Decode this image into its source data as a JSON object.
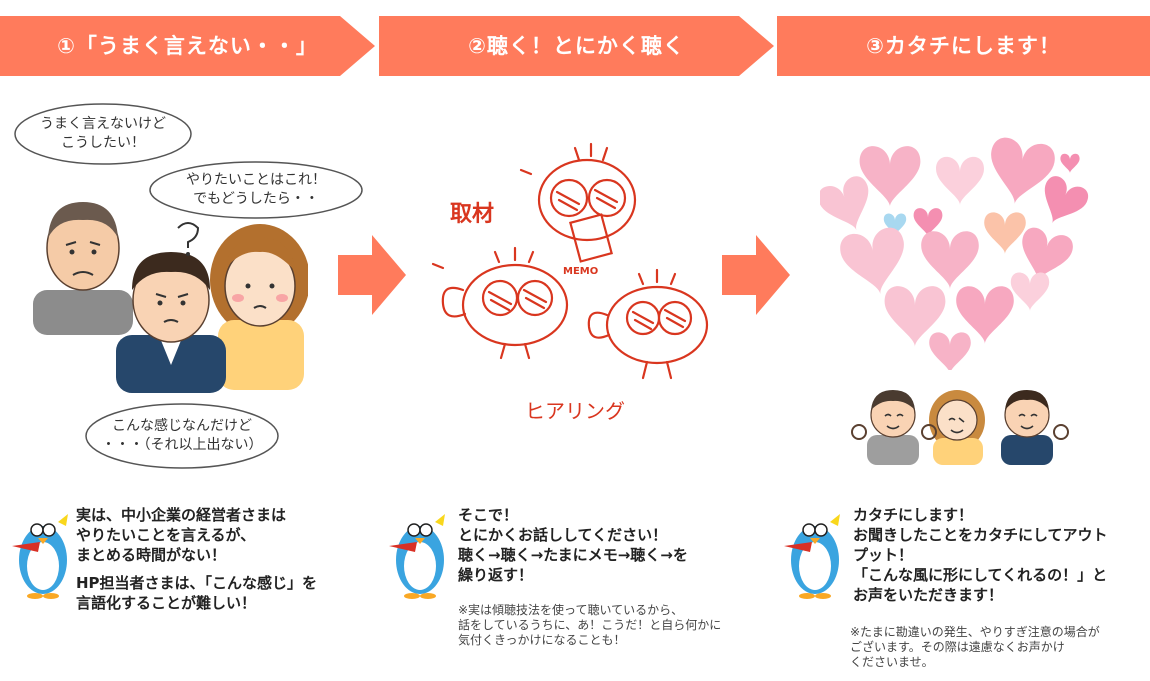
{
  "steps": [
    {
      "label": "①「うまく言えない・・」"
    },
    {
      "label": "②聴く！とにかく聴く"
    },
    {
      "label": "③カタチにします！"
    }
  ],
  "colors": {
    "banner": "#ff7b5c",
    "arrow": "#ff7b5c",
    "heart_pink": "#f7a8c0",
    "accent_red": "#d9361f"
  },
  "bubbles": {
    "b1": [
      "うまく言えないけど",
      "こうしたい！"
    ],
    "b2": [
      "やりたいことはこれ！",
      "でもどうしたら・・"
    ],
    "b3": [
      "こんな感じなんだけど",
      "・・・（それ以上出ない）"
    ]
  },
  "hearing": {
    "label_top": "取材",
    "label_bottom": "ヒアリング",
    "memo": "MEMO"
  },
  "descriptions": {
    "d1": [
      "実は、中小企業の経営者さまは",
      "やりたいことを言えるが、",
      "まとめる時間がない！"
    ],
    "d1b": [
      "HP担当者さまは、「こんな感じ」を",
      "言語化することが難しい！"
    ],
    "d2": [
      "そこで！",
      "とにかくお話ししてください！",
      "聴く→聴く→たまにメモ→聴く→を",
      "繰り返す！"
    ],
    "d3": [
      "カタチにします！",
      "お聞きしたことをカタチにしてアウト",
      "プット！",
      "「こんな風に形にしてくれるの！」と",
      "お声をいただきます！"
    ]
  },
  "notes": {
    "n2": [
      "※実は傾聴技法を使って聴いているから、",
      "話をしているうちに、あ！こうだ！と自ら何かに",
      "気付くきっかけになることも！"
    ],
    "n3": [
      "※たまに勘違いの発生、やりすぎ注意の場合が",
      "ございます。その際は遠慮なくお声かけ",
      "くださいませ。"
    ]
  }
}
